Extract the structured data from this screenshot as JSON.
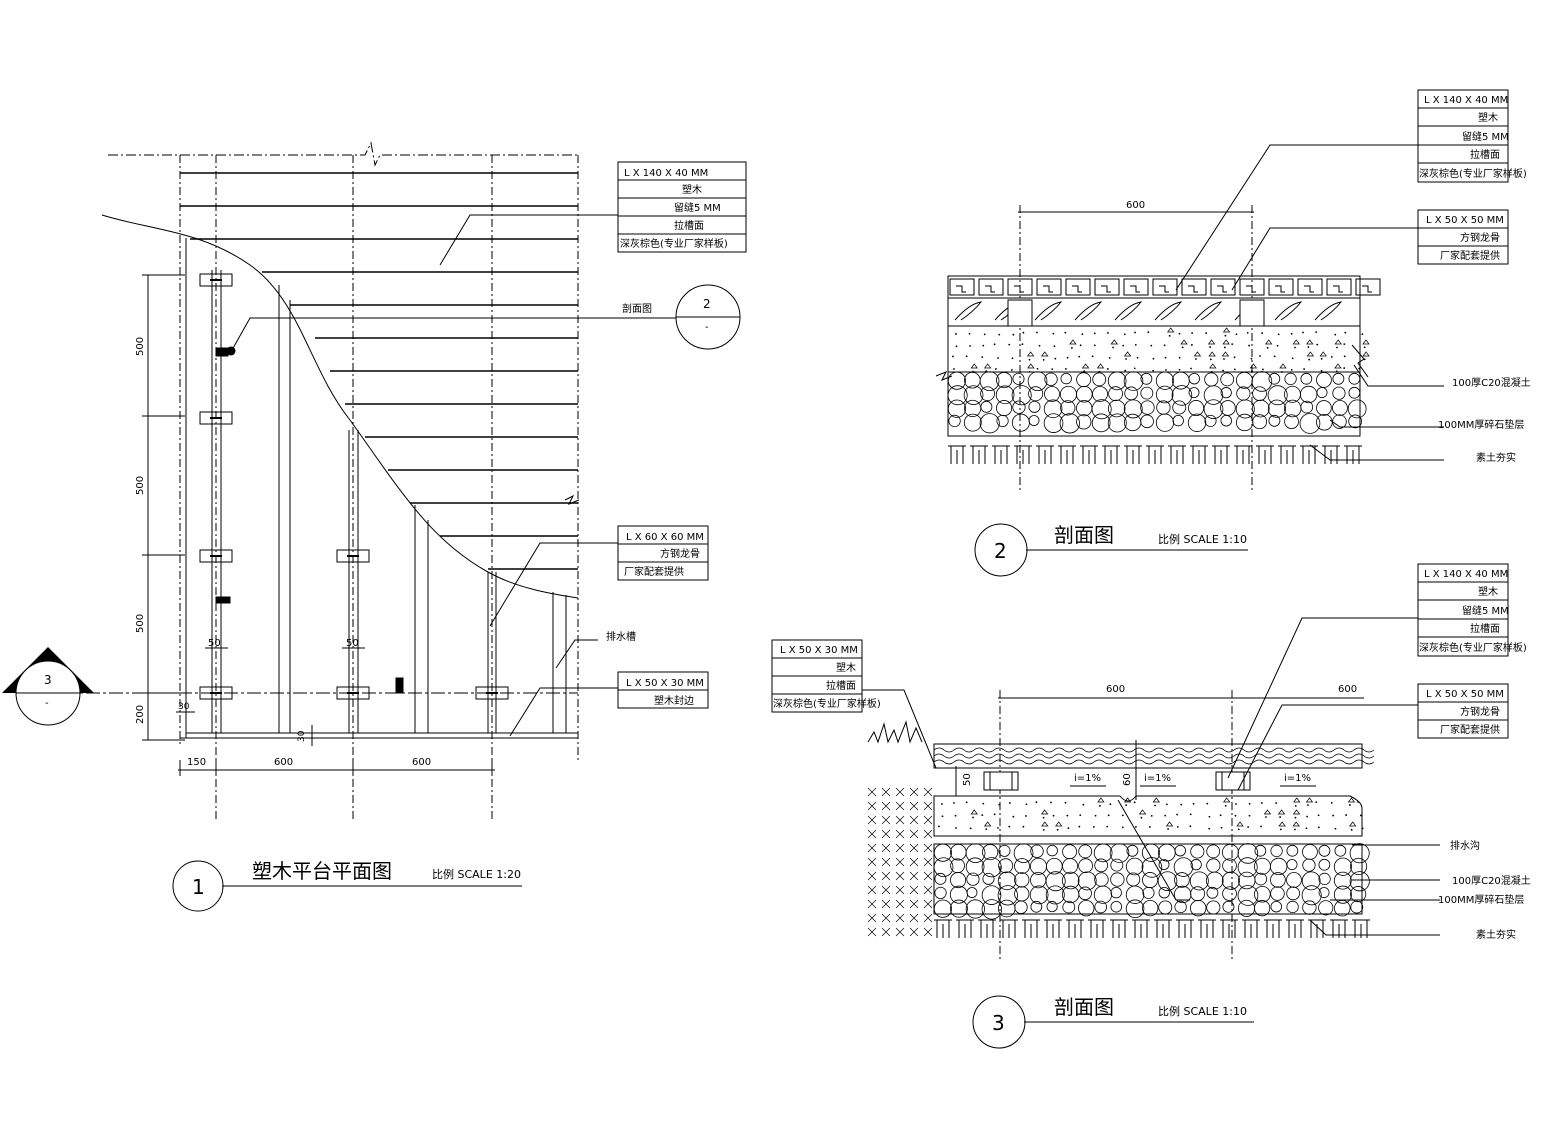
{
  "plan": {
    "title": "塑木平台平面图",
    "scale": "比例  SCALE 1:20",
    "number": "1",
    "dims_vertical": [
      "500",
      "500",
      "500",
      "200"
    ],
    "dims_bottom": [
      "150",
      "600",
      "600"
    ],
    "dim_small": [
      "50",
      "50",
      "30",
      "30"
    ],
    "note_deck": [
      "L X 140 X 40 MM",
      "塑木",
      "留缝5 MM",
      "拉槽面",
      "深灰棕色(专业厂家样板)"
    ],
    "note_joist": [
      "L X 60 X 60 MM",
      "方钢龙骨",
      "厂家配套提供"
    ],
    "note_edge": [
      "L X 50 X 30 MM",
      "塑木封边"
    ],
    "label_drain": "排水槽",
    "label_section": "剖面图",
    "section_mark_2": {
      "num": "2",
      "sub": "-"
    },
    "section_mark_3": {
      "num": "3",
      "sub": "-"
    }
  },
  "section2": {
    "title": "剖面图",
    "scale": "比例  SCALE 1:10",
    "number": "2",
    "dim": "600",
    "note_deck": [
      "L X 140 X 40 MM",
      "塑木",
      "留缝5 MM",
      "拉槽面",
      "深灰棕色(专业厂家样板)"
    ],
    "note_steel": [
      "L X 50 X 50 MM",
      "方钢龙骨",
      "厂家配套提供"
    ],
    "layers": [
      "100厚C20混凝土",
      "100MM厚碎石垫层",
      "素土夯实"
    ]
  },
  "section3": {
    "title": "剖面图",
    "scale": "比例  SCALE 1:10",
    "number": "3",
    "dims": [
      "600",
      "600"
    ],
    "dim_vert": [
      "50",
      "60"
    ],
    "slopes": [
      "i=1%",
      "i=1%",
      "i=1%"
    ],
    "note_deck": [
      "L X 140 X 40 MM",
      "塑木",
      "留缝5 MM",
      "拉槽面",
      "深灰棕色(专业厂家样板)"
    ],
    "note_steel": [
      "L X 50 X 50 MM",
      "方钢龙骨",
      "厂家配套提供"
    ],
    "note_edge": [
      "L X 50 X 30 MM",
      "塑木",
      "拉槽面",
      "深灰棕色(专业厂家样板)"
    ],
    "layers": [
      "排水沟",
      "100厚C20混凝土",
      "100MM厚碎石垫层",
      "素土夯实"
    ]
  }
}
